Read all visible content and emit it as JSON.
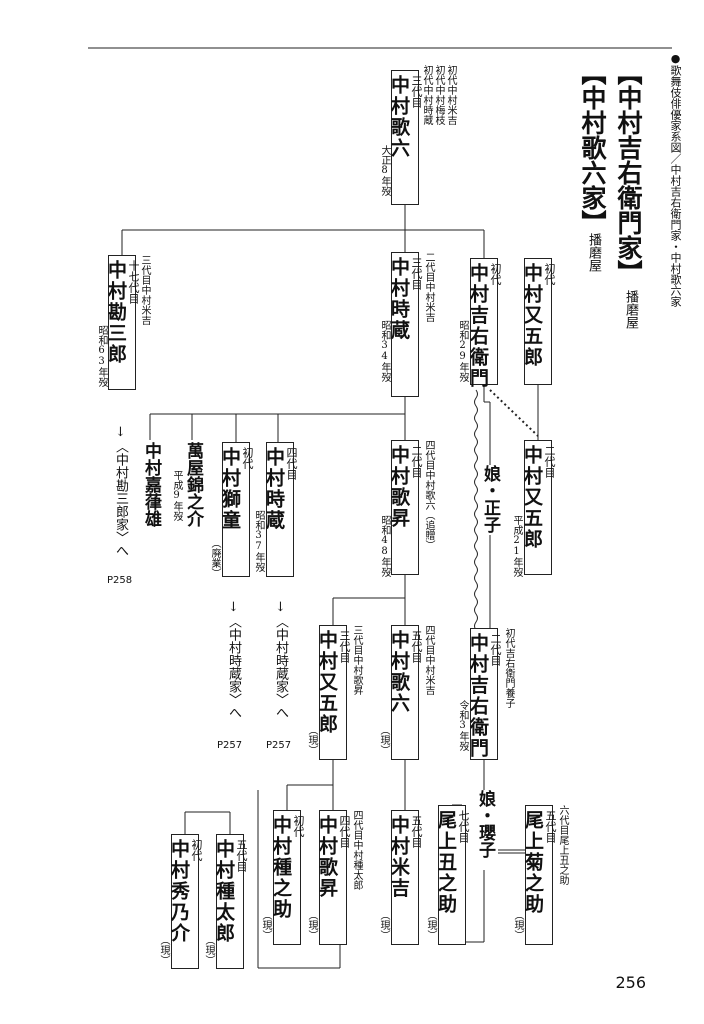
{
  "header": "●歌舞伎俳優家系図／中村吉右衛門家・中村歌六家",
  "titles": {
    "kichiemon": "【中村吉右衛門家】",
    "kichiemon_yago": "播磨屋",
    "karoku": "【中村歌六家】",
    "karoku_yago": "播磨屋"
  },
  "page_number": "256",
  "persons": {
    "karoku3": {
      "gen": "三代目",
      "name": "中村歌六",
      "note": "初代中村米吉\n初代中村梅枝\n初代中村時蔵",
      "death": "大正8年歿"
    },
    "kanzaburo17": {
      "gen": "十七代目",
      "name": "中村勘三郎",
      "note": "三代目中村米吉",
      "death": "昭和63年歿"
    },
    "tokizo3": {
      "gen": "三代目",
      "name": "中村時蔵",
      "note": "二代目中村米吉",
      "death": "昭和34年歿"
    },
    "kichiemon1": {
      "gen": "初代",
      "name": "中村吉右衛門",
      "death": "昭和29年歿"
    },
    "matagoro1": {
      "gen": "初代",
      "name": "中村又五郎"
    },
    "kasho2": {
      "gen": "二代目",
      "name": "中村歌昇",
      "note": "四代目中村歌六（追贈）",
      "death": "昭和48年歿"
    },
    "shido1": {
      "gen": "初代",
      "name": "中村獅童",
      "note": "（廃業）"
    },
    "tokizo4": {
      "gen": "四代目",
      "name": "中村時蔵",
      "death": "昭和37年歿"
    },
    "matagoro2": {
      "gen": "二代目",
      "name": "中村又五郎",
      "death": "平成21年歿"
    },
    "matagoro3": {
      "gen": "三代目",
      "name": "中村又五郎",
      "note": "三代目中村歌昇",
      "status": "（現）"
    },
    "karoku5": {
      "gen": "五代目",
      "name": "中村歌六",
      "note": "四代目中村米吉",
      "status": "（現）"
    },
    "kichiemon2": {
      "gen": "二代目",
      "name": "中村吉右衛門",
      "note": "初代吉右衛門養子",
      "death": "令和3年歿"
    },
    "kasho4": {
      "gen": "四代目",
      "name": "中村歌昇",
      "note": "四代目中村種太郎",
      "status": "（現）"
    },
    "tanenosuke1": {
      "gen": "初代",
      "name": "中村種之助",
      "status": "（現）"
    },
    "yonekichi5": {
      "gen": "五代目",
      "name": "中村米吉",
      "status": "（現）"
    },
    "ushinosuke7": {
      "gen": "七代目",
      "name": "尾上丑之助",
      "status": "（現）"
    },
    "kikunosuke5": {
      "gen": "五代目",
      "name": "尾上菊之助",
      "note": "六代目尾上丑之助",
      "status": "（現）"
    },
    "tanetaro5": {
      "gen": "五代目",
      "name": "中村種太郎",
      "status": "（現）"
    },
    "hideyoshi1": {
      "gen": "初代",
      "name": "中村秀乃介",
      "status": "（現）"
    }
  },
  "unboxed": {
    "kaneo": {
      "name": "中村嘉葎雄"
    },
    "kinnosuke": {
      "name": "萬屋錦之介",
      "death": "平成9年歿"
    },
    "masako": {
      "name": "娘・正子"
    },
    "akiko": {
      "name": "娘・瓔子"
    }
  },
  "references": {
    "kanzaburo": {
      "text": "↓〈中村勘三郎家〉へ",
      "page": "P258"
    },
    "tokizo_a": {
      "text": "↓〈中村時蔵家〉へ",
      "page": "P257"
    },
    "tokizo_b": {
      "text": "↓〈中村時蔵家〉へ",
      "page": "P257"
    }
  }
}
